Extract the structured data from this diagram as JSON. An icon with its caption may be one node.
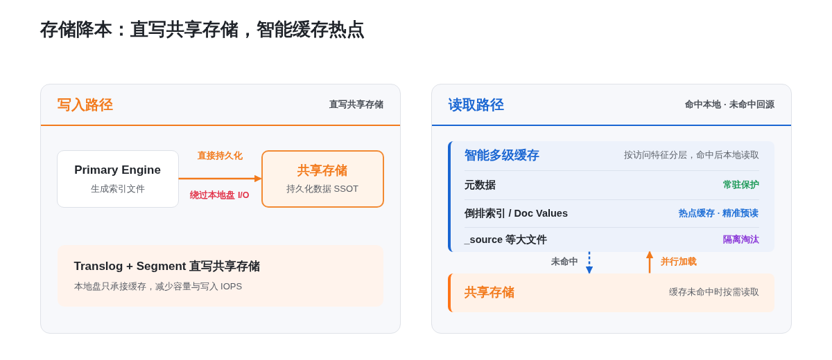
{
  "diagram": {
    "title": "存储降本：直写共享存储，智能缓存热点",
    "nodes": [
      {
        "text": [
          "写入路径",
          "直写共享存储"
        ]
      },
      {
        "text": [
          "Primary Engine",
          "生成索引文件"
        ],
        "in": 0
      },
      {
        "text": [
          "共享存储",
          "持久化数据 SSOT"
        ],
        "in": 0
      },
      {
        "text": [
          "Translog + Segment 直写共享存储",
          "本地盘只承接缓存，减少容量与写入 IOPS"
        ],
        "in": 0
      },
      {
        "text": [
          "读取路径",
          "命中本地 · 未命中回源"
        ]
      },
      {
        "text": [
          "智能多级缓存",
          "按访问特征分层，命中后本地读取"
        ],
        "in": 4
      },
      {
        "text": [
          "元数据",
          "常驻保护"
        ],
        "in": 5
      },
      {
        "text": [
          "倒排索引 / Doc Values",
          "热点缓存 · 精准预读"
        ],
        "in": 5
      },
      {
        "text": [
          "_source 等大文件",
          "隔离淘汰"
        ],
        "in": 5
      },
      {
        "text": [
          "共享存储",
          "缓存未命中时按需读取"
        ],
        "in": 4
      }
    ],
    "edges": [
      {
        "from": 1,
        "to": 2,
        "arrow": "to",
        "label": "直接持久化"
      },
      {
        "from": 5,
        "to": 9,
        "arrow": "to",
        "label": "未命中",
        "style": "dashed",
        "color": "#1a66d2"
      },
      {
        "from": 9,
        "to": 5,
        "arrow": "to",
        "label": "并行加载"
      }
    ],
    "labels": [
      "绕过本地盘 I/O"
    ]
  }
}
